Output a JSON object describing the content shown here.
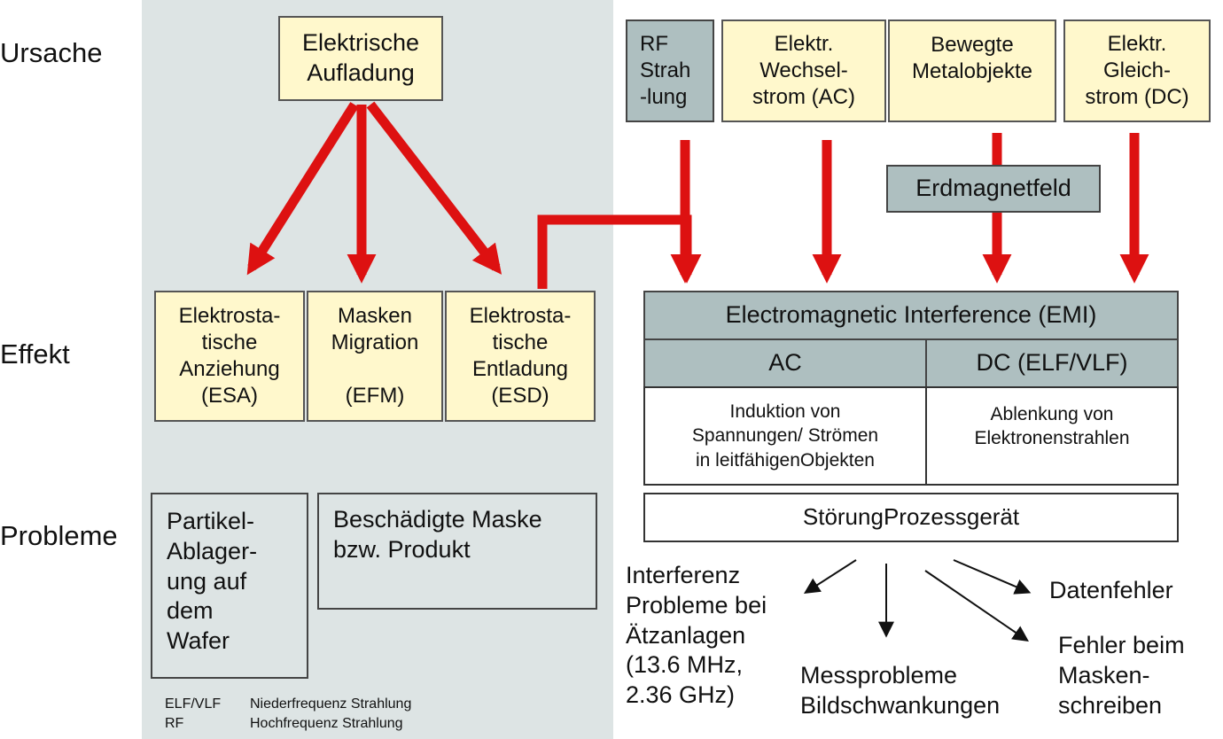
{
  "row_labels": {
    "cause": "Ursache",
    "effect": "Effekt",
    "problems": "Probleme"
  },
  "causes": {
    "charging": "Elektrische\nAufladung",
    "rf": "RF\nStrah\n-lung",
    "ac": "Elektr.\nWechsel-\nstrom (AC)",
    "moving": "Bewegte\nMetalobjekte",
    "dc": "Elektr.\nGleich-\nstrom (DC)"
  },
  "earth_field": "Erdmagnetfeld",
  "effects": {
    "esa": "Elektrosta-\ntische\nAnziehung\n(ESA)",
    "efm": "Masken\nMigration\n\n(EFM)",
    "esd": "Elektrosta-\ntische\nEntladung\n(ESD)"
  },
  "emi": {
    "title": "Electromagnetic Interference (EMI)",
    "ac_header": "AC",
    "dc_header": "DC (ELF/VLF)",
    "ac_desc": "Induktion von\nSpannungen/ Strömen\nin leitfähigenObjekten",
    "dc_desc": "Ablenkung von\nElektronenstrahlen"
  },
  "disturbance": "StörungProzessgerät",
  "problems": {
    "particles": "Partikel-\nAblager-\nung auf\ndem\nWafer",
    "mask": "Beschädigte Maske\nbzw. Produkt"
  },
  "legend": {
    "elf_abbr": "ELF/VLF",
    "elf_desc": "Niederfrequenz Strahlung",
    "rf_abbr": "RF",
    "rf_desc": "Hochfrequenz Strahlung"
  },
  "outcomes": {
    "interference": "Interferenz\nProbleme bei\nÄtzanlagen\n(13.6 MHz,\n2.36 GHz)",
    "measurement": "Messprobleme\nBildschwankungen",
    "data_error": "Datenfehler",
    "mask_writing": "Fehler beim\nMasken-\nschreiben"
  },
  "colors": {
    "arrow_red": "#dd1111",
    "panel_bg": "#dde4e4",
    "yellow_box": "#fff8cc",
    "gray_box": "#aebfc0"
  }
}
